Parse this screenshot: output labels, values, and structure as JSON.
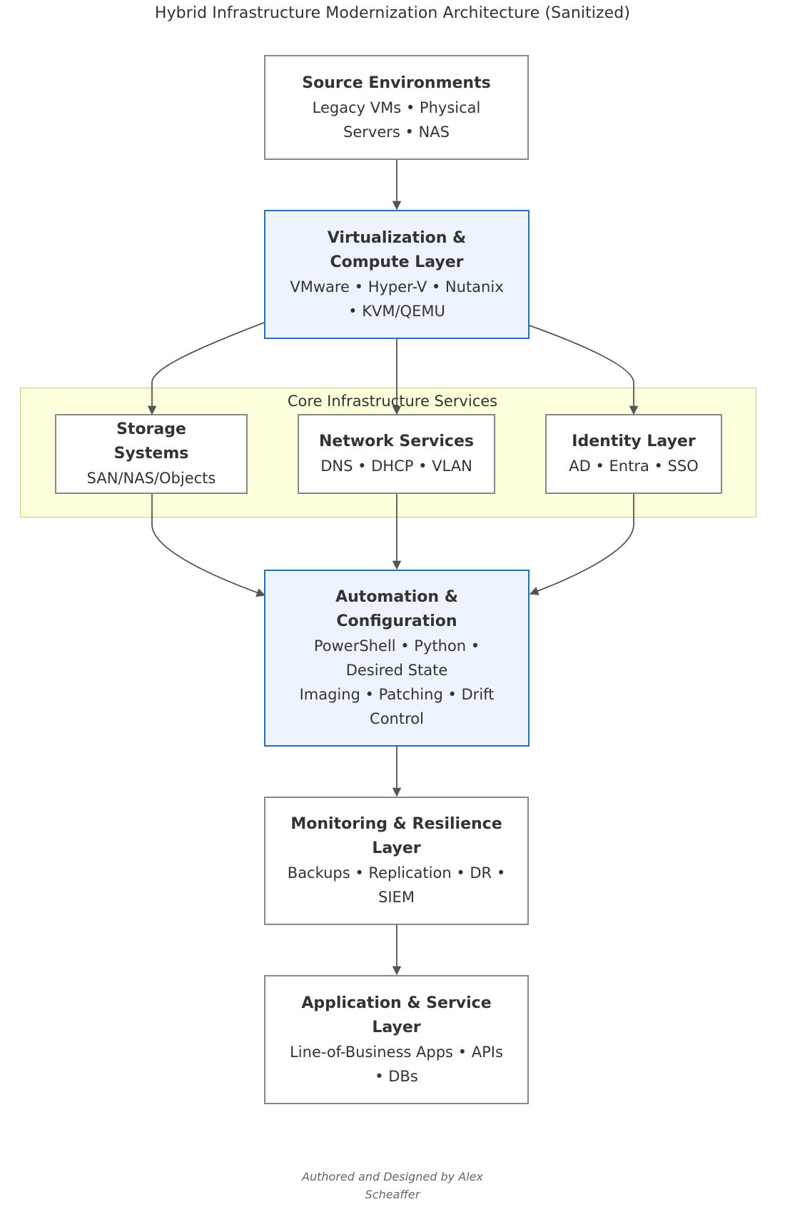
{
  "diagram": {
    "title": "Hybrid Infrastructure Modernization Architecture (Sanitized)",
    "cluster_label": "Core Infrastructure Services",
    "nodes": {
      "source": {
        "heading": "Source Environments",
        "detail": "Legacy VMs • Physical Servers • NAS"
      },
      "virtualization": {
        "heading": "Virtualization & Compute Layer",
        "detail": "VMware • Hyper-V • Nutanix • KVM/QEMU"
      },
      "storage": {
        "heading": "Storage Systems",
        "detail": "SAN/NAS/Objects"
      },
      "network": {
        "heading": "Network Services",
        "detail": "DNS • DHCP • VLAN"
      },
      "identity": {
        "heading": "Identity Layer",
        "detail": "AD • Entra • SSO"
      },
      "automation": {
        "heading": "Automation & Configuration",
        "detail": "PowerShell • Python • Desired State",
        "detail2": "Imaging • Patching • Drift Control"
      },
      "monitoring": {
        "heading": "Monitoring & Resilience Layer",
        "detail": "Backups • Replication • DR • SIEM"
      },
      "application": {
        "heading": "Application & Service Layer",
        "detail": "Line-of-Business Apps • APIs • DBs"
      }
    },
    "credit": "Authored and Designed by Alex Scheaffer",
    "colors": {
      "highlight_fill": "#eef4fd",
      "highlight_border": "#2c6dac",
      "cluster_fill": "#ffffde",
      "edge": "#555555"
    }
  }
}
